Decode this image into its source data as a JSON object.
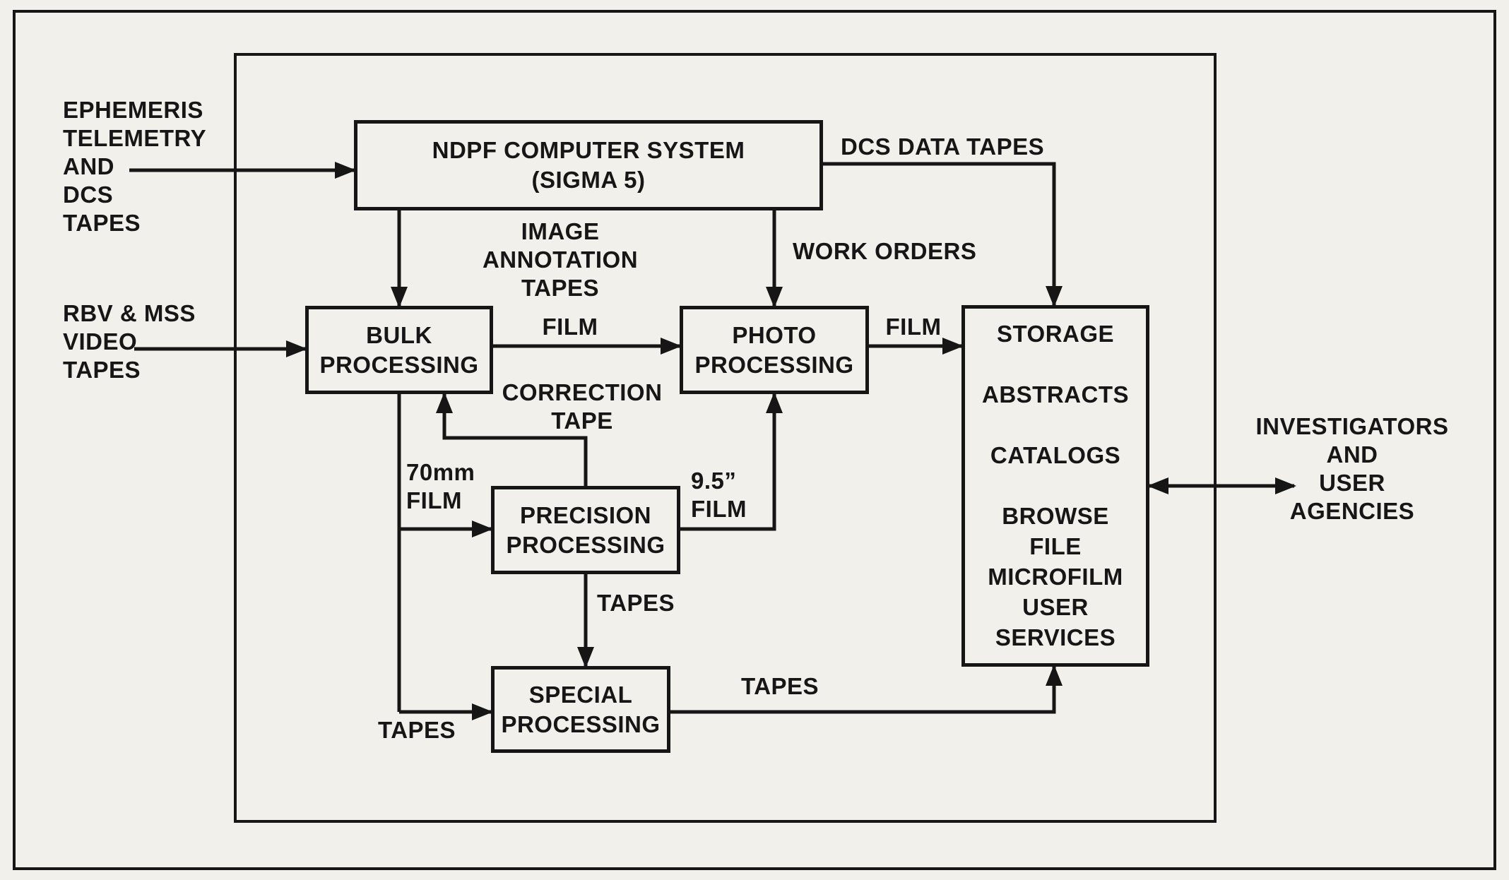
{
  "colors": {
    "ink": "#161616",
    "paper": "#f2f0ea"
  },
  "boxes": {
    "ndpf": "NDPF COMPUTER SYSTEM\n(SIGMA 5)",
    "bulk": "BULK\nPROCESSING",
    "photo": "PHOTO\nPROCESSING",
    "storage": "STORAGE\n\nABSTRACTS\n\nCATALOGS\n\nBROWSE\nFILE\nMICROFILM\nUSER\nSERVICES",
    "precision": "PRECISION\nPROCESSING",
    "special": "SPECIAL\nPROCESSING"
  },
  "labels": {
    "ephemeris": "EPHEMERIS\nTELEMETRY\nAND\nDCS\nTAPES",
    "rbv": "RBV & MSS\nVIDEO\nTAPES",
    "dcs_data_tapes": "DCS DATA TAPES",
    "image_annotation": "IMAGE\nANNOTATION\nTAPES",
    "work_orders": "WORK ORDERS",
    "film_bulk_to_photo": "FILM",
    "film_photo_to_storage": "FILM",
    "correction_tape": "CORRECTION\nTAPE",
    "film_70mm": "70mm\nFILM",
    "film_95": "9.5”\nFILM",
    "tapes_precision_to_special": "TAPES",
    "tapes_bulk_to_special": "TAPES",
    "tapes_special_to_storage": "TAPES",
    "investigators": "INVESTIGATORS\nAND\nUSER\nAGENCIES"
  }
}
